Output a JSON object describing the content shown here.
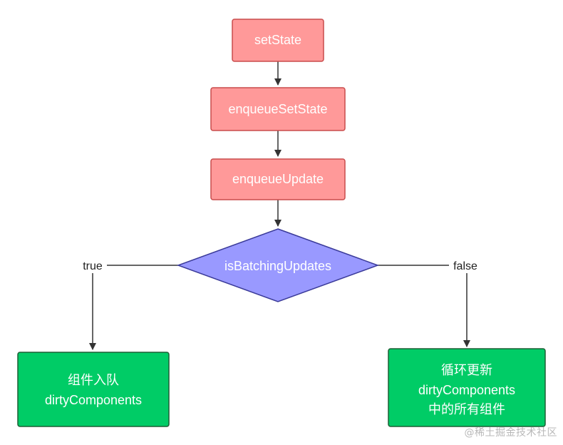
{
  "colors": {
    "step_fill": "#ff9999",
    "step_stroke": "#c94c4c",
    "decision_fill": "#9999ff",
    "decision_stroke": "#3a3a99",
    "result_fill": "#00cc66",
    "result_stroke": "#1d5e35",
    "edge": "#333333"
  },
  "nodes": {
    "set_state": "setState",
    "enqueue_set_state": "enqueueSetState",
    "enqueue_update": "enqueueUpdate",
    "decision": "isBatchingUpdates",
    "true_result": [
      "组件入队",
      "dirtyComponents"
    ],
    "false_result": [
      "循环更新",
      "dirtyComponents",
      "中的所有组件"
    ]
  },
  "edge_labels": {
    "true_branch": "true",
    "false_branch": "false"
  },
  "watermark": "@稀土掘金技术社区"
}
